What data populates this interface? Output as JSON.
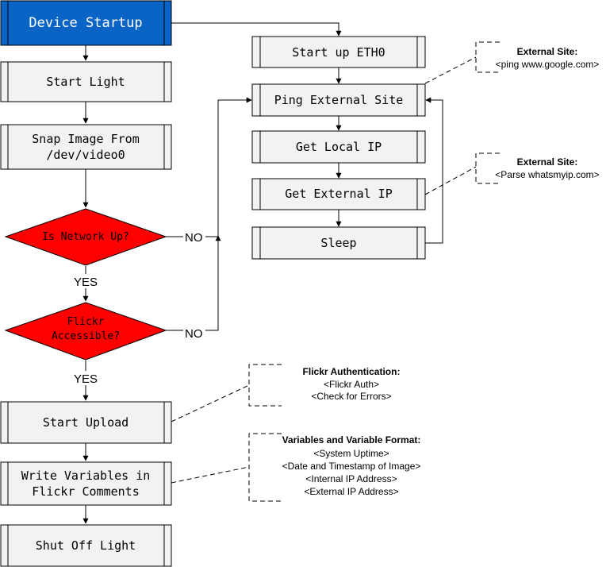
{
  "colors": {
    "start_fill": "#0a64c6",
    "process_fill": "#f2f2f2",
    "decision_fill": "#ff0000",
    "line": "#000000"
  },
  "nodes": {
    "device_startup": "Device Startup",
    "start_light": "Start Light",
    "snap_image": [
      "Snap Image From",
      "/dev/video0"
    ],
    "is_network_up": "Is Network Up?",
    "flickr_accessible": [
      "Flickr",
      "Accessible?"
    ],
    "start_upload": "Start Upload",
    "write_variables": [
      "Write Variables in",
      "Flickr Comments"
    ],
    "shut_off_light": "Shut Off Light",
    "start_eth0": "Start up ETH0",
    "ping_external_site": "Ping External Site",
    "get_local_ip": "Get Local IP",
    "get_external_ip": "Get External IP",
    "sleep": "Sleep"
  },
  "edge_labels": {
    "network_no": "NO",
    "network_yes": "YES",
    "flickr_no": "NO",
    "flickr_yes": "YES"
  },
  "notes": {
    "ping_site": {
      "title": "External Site:",
      "lines": [
        "<ping www.google.com>"
      ]
    },
    "parse_site": {
      "title": "External Site:",
      "lines": [
        "<Parse whatsmyip.com>"
      ]
    },
    "flickr_auth": {
      "title": "Flickr Authentication:",
      "lines": [
        "<Flickr Auth>",
        "<Check for Errors>"
      ]
    },
    "variables": {
      "title": "Variables and Variable Format:",
      "lines": [
        "<System Uptime>",
        "<Date and Timestamp of Image>",
        "<Internal IP Address>",
        "<External IP Address>"
      ]
    }
  }
}
